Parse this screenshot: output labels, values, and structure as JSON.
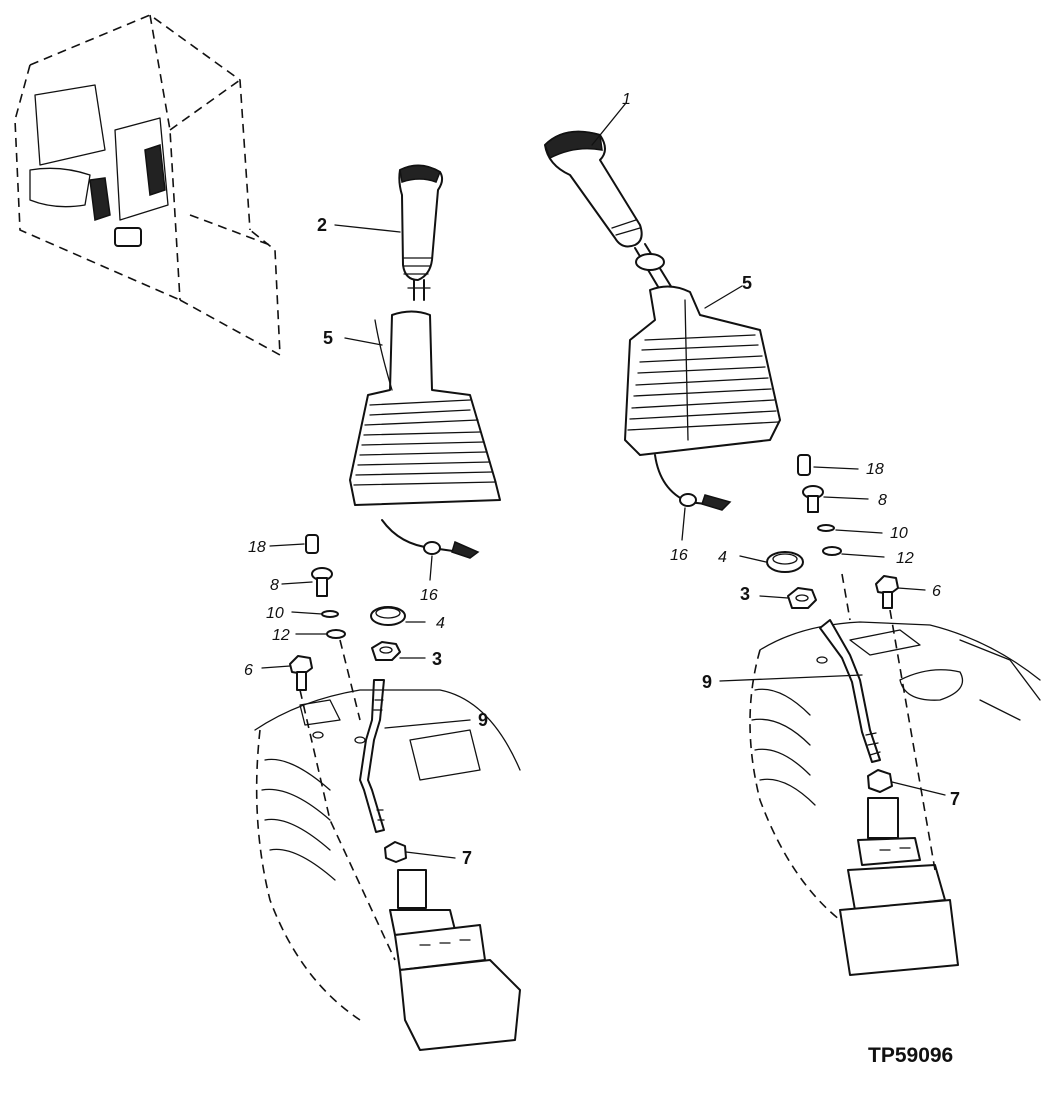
{
  "figure_code": "TP59096",
  "left_assembly": {
    "labels": {
      "handle": "2",
      "boot": "5",
      "pin": "18",
      "screw": "8",
      "washer10": "10",
      "washer12": "12",
      "clamp": "4",
      "nut": "3",
      "bolt": "6",
      "rod": "9",
      "locknut": "7",
      "connector": "16"
    }
  },
  "right_assembly": {
    "labels": {
      "handle": "1",
      "boot": "5",
      "pin": "18",
      "screw": "8",
      "washer10": "10",
      "washer12": "12",
      "clamp": "4",
      "nut": "3",
      "bolt": "6",
      "rod": "9",
      "locknut": "7",
      "connector": "16"
    }
  }
}
